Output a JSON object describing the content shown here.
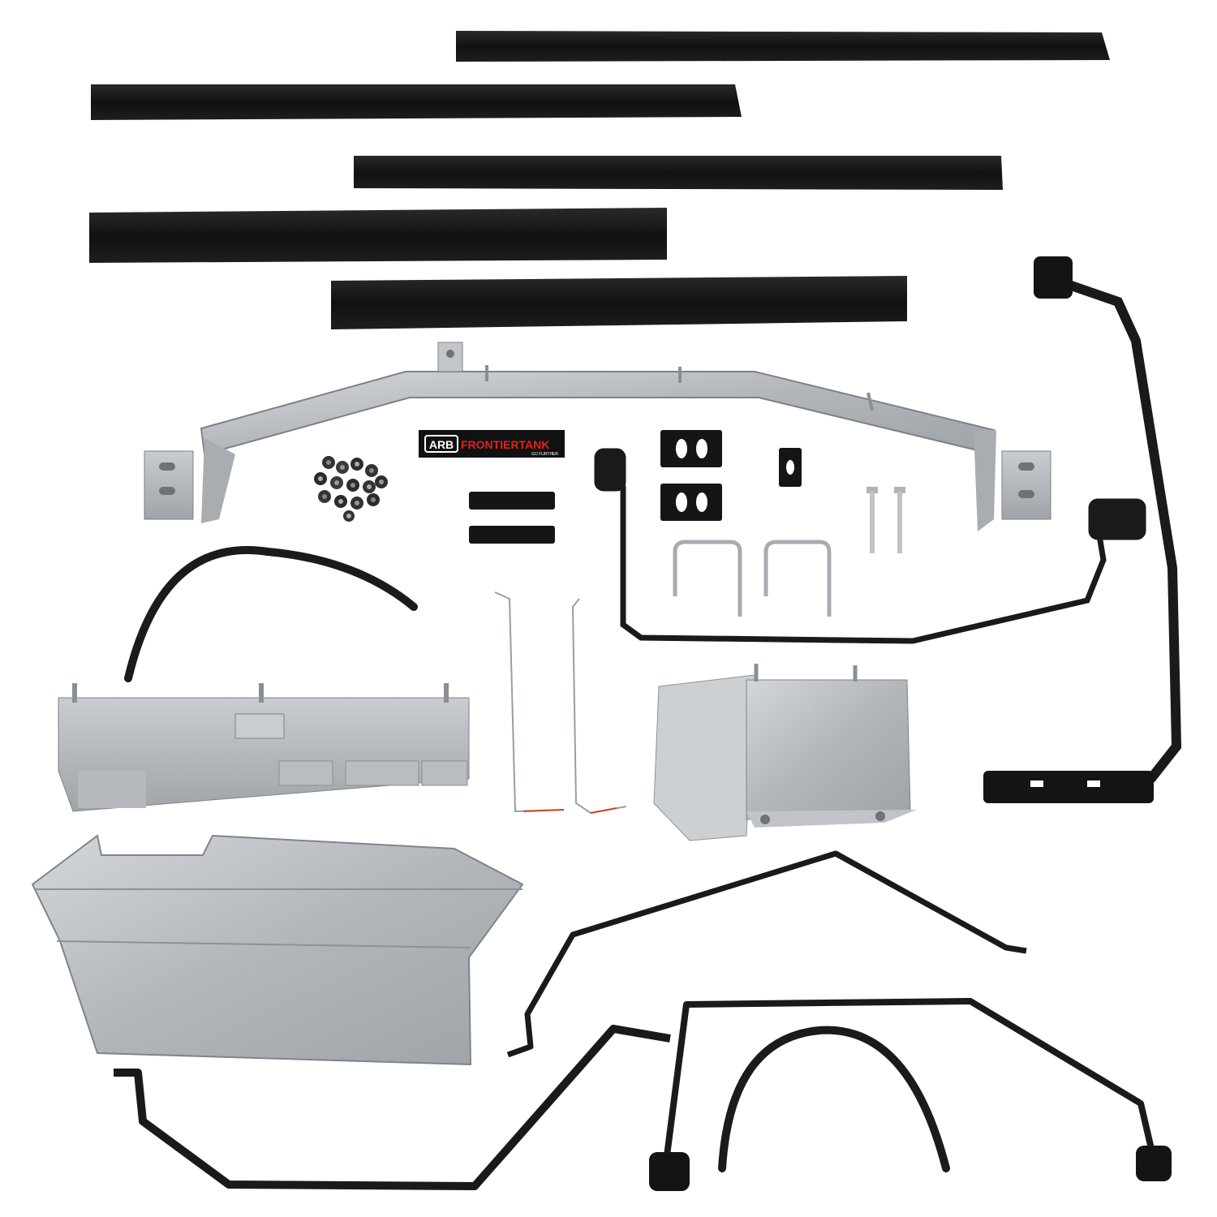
{
  "label": {
    "brand": "ARB",
    "product": "FRONTIERTANK",
    "tagline": "GO FURTHER"
  },
  "colors": {
    "rubber": "#141414",
    "rubber_edge": "#2b2b2b",
    "steel": "#b7bbbf",
    "steel_dark": "#8a8f94",
    "steel_light": "#d9dcdf",
    "strap": "#1a1a1a",
    "brand_red": "#e2231a",
    "background": "#ffffff"
  }
}
